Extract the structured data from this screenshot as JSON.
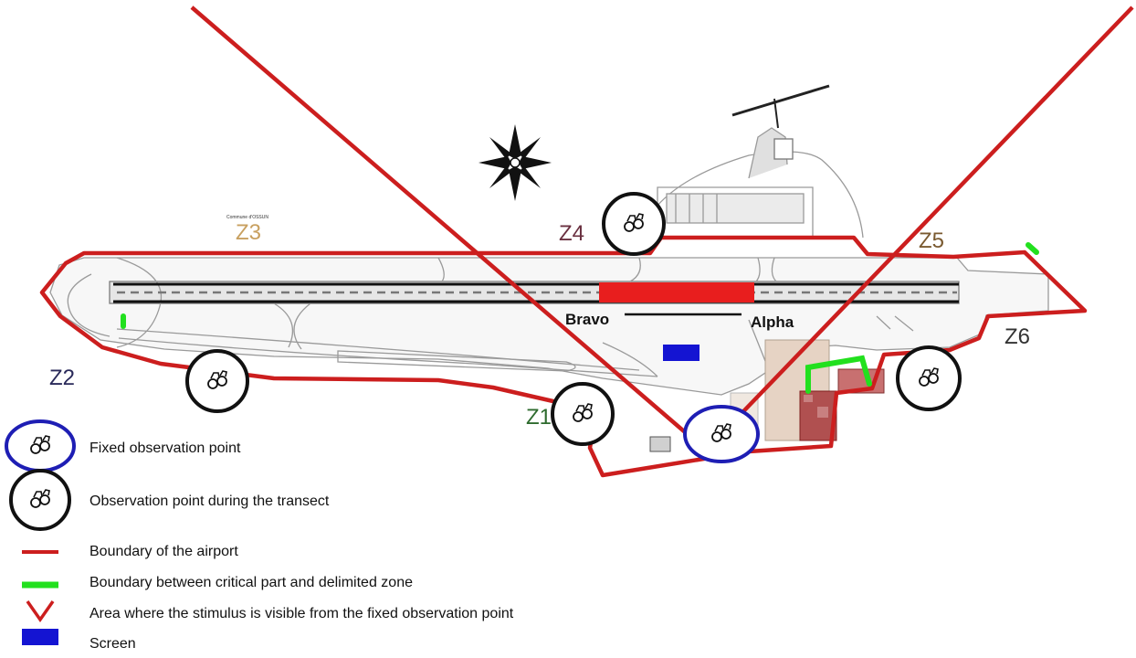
{
  "map": {
    "small_label": "Commune d'OSSUN",
    "runway_labels": {
      "left": "Bravo",
      "right": "Alpha"
    },
    "zones": [
      {
        "id": "Z1",
        "label": "Z1",
        "color": "#2e6b2e"
      },
      {
        "id": "Z2",
        "label": "Z2",
        "color": "#2a2a5a"
      },
      {
        "id": "Z3",
        "label": "Z3",
        "color": "#c8a060"
      },
      {
        "id": "Z4",
        "label": "Z4",
        "color": "#6a3040"
      },
      {
        "id": "Z5",
        "label": "Z5",
        "color": "#7a5a30"
      },
      {
        "id": "Z6",
        "label": "Z6",
        "color": "#333333"
      }
    ]
  },
  "legend": [
    {
      "key": "fixed",
      "icon": "binoculars-blue-circle-icon",
      "text": "Fixed observation point"
    },
    {
      "key": "transect",
      "icon": "binoculars-black-circle-icon",
      "text": "Observation point during the transect"
    },
    {
      "key": "airport",
      "icon": "red-line-icon",
      "text": "Boundary of the airport"
    },
    {
      "key": "critical",
      "icon": "green-line-icon",
      "text": "Boundary between critical part and delimited zone"
    },
    {
      "key": "visible",
      "icon": "red-v-icon",
      "text": "Area where the stimulus is visible from the fixed observation point"
    },
    {
      "key": "screen",
      "icon": "blue-rect-icon",
      "text": "Screen"
    }
  ],
  "colors": {
    "boundary": "#cc1e1e",
    "critical": "#22e01e",
    "screen": "#1414d2",
    "fixed_circle": "#1e1eb4",
    "transect_circle": "#111111"
  }
}
